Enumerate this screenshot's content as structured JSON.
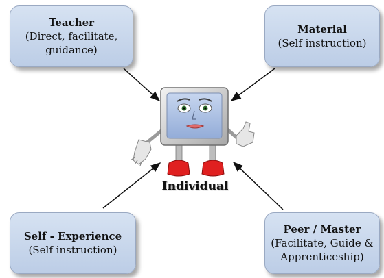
{
  "teacher": {
    "title": "Teacher",
    "line1": "(Direct, facilitate,",
    "line2": "guidance)"
  },
  "material": {
    "title": "Material",
    "line1": "(Self instruction)"
  },
  "self_experience": {
    "title": "Self - Experience",
    "line1": "(Self instruction)"
  },
  "peer_master": {
    "title": "Peer / Master",
    "line1": "(Facilitate, Guide &",
    "line2": "Apprenticeship)"
  },
  "center": {
    "label": "Individual"
  },
  "colors": {
    "box_fill": "#c9d7ec",
    "box_border": "#9aa9c2",
    "arrow": "#111111",
    "monitor_body": "#d9d9d9",
    "screen": "#a9bfe3",
    "shoes": "#e02020"
  },
  "icons": [
    "computer-character-icon"
  ]
}
